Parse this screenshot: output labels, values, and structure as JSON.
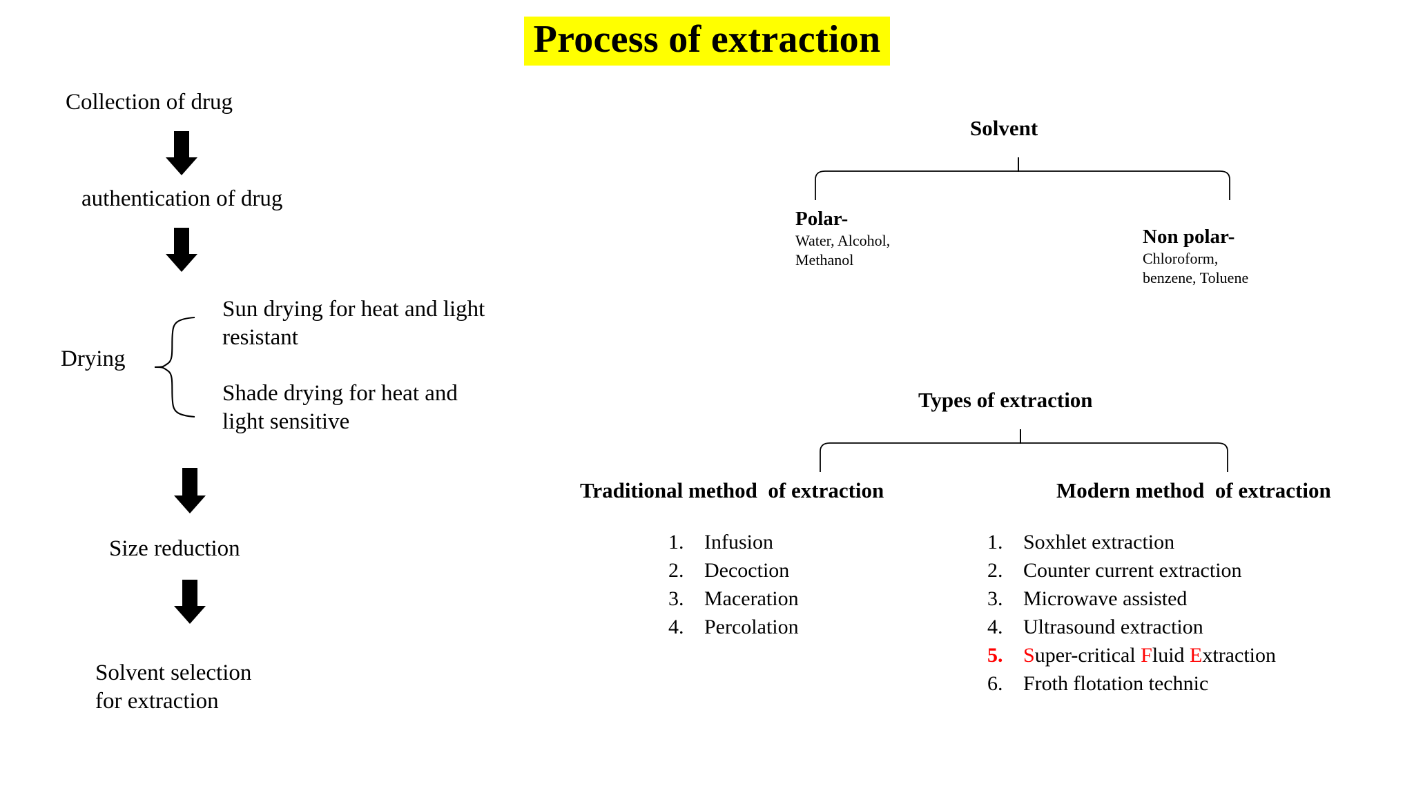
{
  "title": "Process of extraction",
  "colors": {
    "title_highlight": "#FFFF00",
    "accent_red": "#FF0000",
    "text": "#000000",
    "background": "#FFFFFF"
  },
  "flow": {
    "steps": [
      {
        "label": "Collection of drug"
      },
      {
        "label": "authentication of drug"
      },
      {
        "label": "Drying"
      },
      {
        "label": "Size reduction"
      },
      {
        "label": "Solvent selection\nfor extraction"
      }
    ],
    "drying_branches": [
      "Sun drying for heat and light\nresistant",
      " Shade drying for heat and\nlight sensitive"
    ]
  },
  "solvent_tree": {
    "root": "Solvent",
    "branches": [
      {
        "head": "Polar-",
        "items": "Water, Alcohol,\nMethanol"
      },
      {
        "head": "Non polar-",
        "items": "Chloroform,\nbenzene, Toluene"
      }
    ]
  },
  "extraction_tree": {
    "root": "Types of extraction",
    "columns": [
      {
        "head": "Traditional method  of extraction",
        "items": [
          {
            "num": "1.",
            "text": "Infusion"
          },
          {
            "num": "2.",
            "text": "Decoction"
          },
          {
            "num": "3.",
            "text": "Maceration"
          },
          {
            "num": "4.",
            "text": "Percolation"
          }
        ]
      },
      {
        "head": "Modern method  of extraction",
        "items": [
          {
            "num": "1.",
            "text": "Soxhlet extraction"
          },
          {
            "num": "2.",
            "text": "Counter current extraction"
          },
          {
            "num": "3.",
            "text": "Microwave assisted"
          },
          {
            "num": "4.",
            "text": "Ultrasound extraction"
          },
          {
            "num": "5.",
            "text": "Super-critical Fluid Extraction",
            "highlight": "red-initials"
          },
          {
            "num": "6.",
            "text": "Froth flotation technic"
          }
        ]
      }
    ]
  }
}
